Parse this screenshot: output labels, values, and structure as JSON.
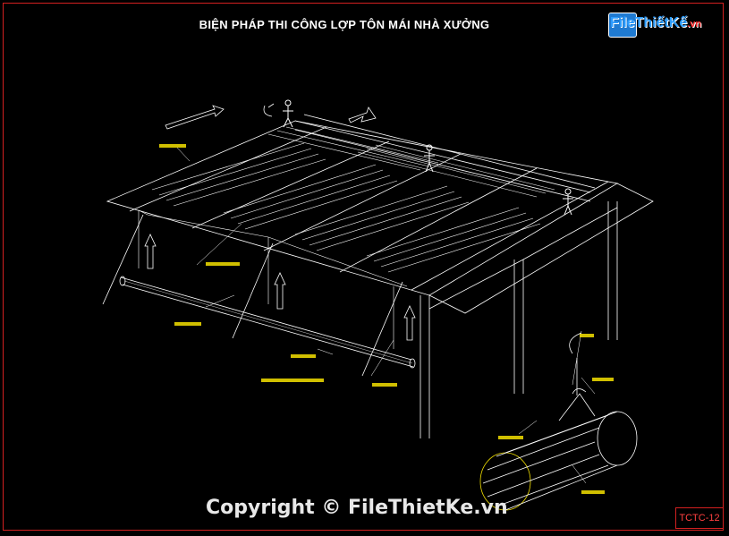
{
  "title": "BIỆN PHÁP THI CÔNG LỢP TÔN MÁI NHÀ XƯỞNG",
  "logo": {
    "name": "FileThiếtKế",
    "domain": ".vn"
  },
  "sheet_code": "TCTC-12",
  "watermark": "Copyright © FileThietKe.vn",
  "colors": {
    "background": "#000000",
    "frame": "#d32020",
    "lines": "#ffffff",
    "labels": "#f4e100"
  },
  "icons": [
    "arrow-up-icon",
    "arrow-direction-icon",
    "worker-icon",
    "hook-icon"
  ]
}
